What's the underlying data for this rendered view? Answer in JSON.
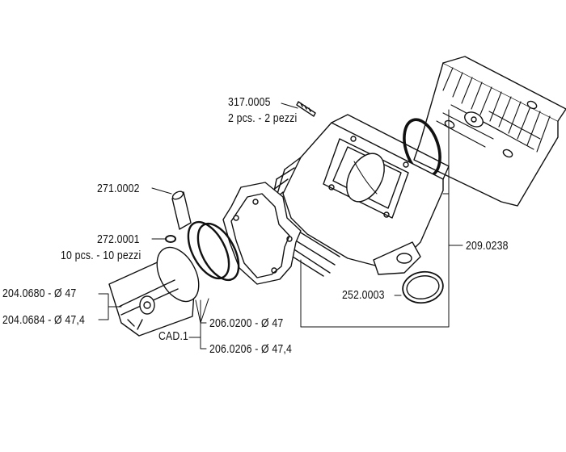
{
  "parts": {
    "stud": {
      "code": "317.0005",
      "qty": "2 pcs. - 2 pezzi"
    },
    "piston_pin": {
      "code": "271.0002"
    },
    "circlip": {
      "code": "272.0001",
      "qty": "10 pcs. - 10 pezzi"
    },
    "piston_a": {
      "code": "204.0680 - Ø 47"
    },
    "piston_b": {
      "code": "204.0684 - Ø 47,4"
    },
    "ring_a": {
      "code": "206.0200 - Ø 47"
    },
    "ring_b": {
      "code": "206.0206 - Ø 47,4"
    },
    "ring_note": "CAD.1",
    "cylinder_kit": {
      "code": "209.0238"
    },
    "exhaust_gasket": {
      "code": "252.0003"
    }
  },
  "colors": {
    "ink": "#111111",
    "paper": "#ffffff",
    "shade": "#d9d9d9"
  }
}
